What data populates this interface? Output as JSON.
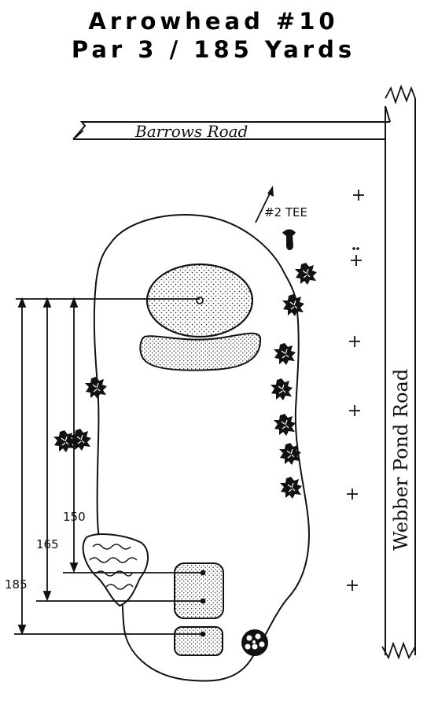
{
  "header": {
    "title": "Arrowhead #10",
    "subtitle": "Par 3 / 185 Yards"
  },
  "roads": {
    "top": "Barrows Road",
    "right": "Webber Pond Road"
  },
  "labels": {
    "next_tee": "#2 TEE"
  },
  "yardages": {
    "y1": "150",
    "y2": "165",
    "y3": "185"
  },
  "colors": {
    "ink": "#111111",
    "paper": "#ffffff"
  }
}
